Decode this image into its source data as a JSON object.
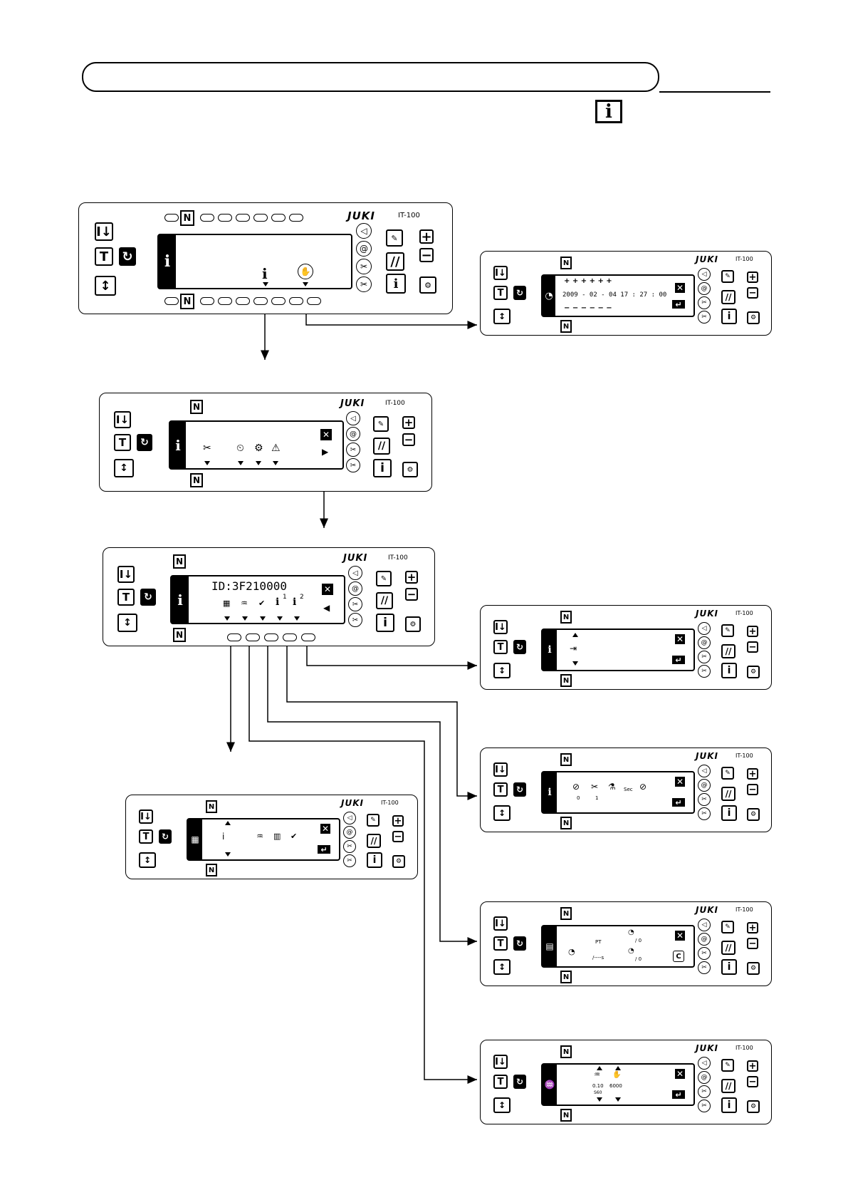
{
  "header": {
    "info_key_icon": "info-icon",
    "info_key_glyph": "i"
  },
  "panel_brand": "JUKI",
  "panel_model": "IT-100",
  "keys": {
    "thread_key": "I↓",
    "t_key": "T",
    "reset_key": "↻",
    "stitch_key": "↕",
    "plus": "+",
    "minus": "−",
    "slash": "//",
    "info": "i",
    "needle_up": "N",
    "needle_dn": "N"
  },
  "screens": {
    "main": {
      "tab": "i",
      "icons": [
        "info-icon",
        "clock-hand-icon"
      ]
    },
    "clock": {
      "datetime": "2009 - 02 - 04   17 : 27 : 00",
      "plus_row": "+    +    +    +    +    +",
      "minus_row": "−    −    −    −    −    −"
    },
    "info_menu": {
      "tab": "i",
      "icons": [
        "maintenance-icon",
        "counter-icon",
        "production-icon",
        "warning-list-icon"
      ]
    },
    "info_sub": {
      "tab": "i",
      "id_text": "ID:3F210000",
      "icon_labels": [
        "1",
        "2"
      ],
      "icons": [
        "count-on-off-icon",
        "measure-icon",
        "data-check-icon",
        "hand-info-1-icon",
        "hand-info-2-icon"
      ]
    },
    "key_info": {
      "icons": [
        "connector-icon"
      ]
    },
    "sewing_info": {
      "values": [
        "0",
        "1",
        "Sec"
      ]
    },
    "operation_info": {
      "values": [
        "/   0",
        "PT",
        "/----s",
        "/   0"
      ]
    },
    "measure_info": {
      "values": [
        "0.10",
        "6000",
        "S60"
      ]
    },
    "count_info": {
      "icons": [
        "search-hand-icon",
        "measure-icon",
        "chart-icon",
        "data-check-icon"
      ]
    }
  }
}
